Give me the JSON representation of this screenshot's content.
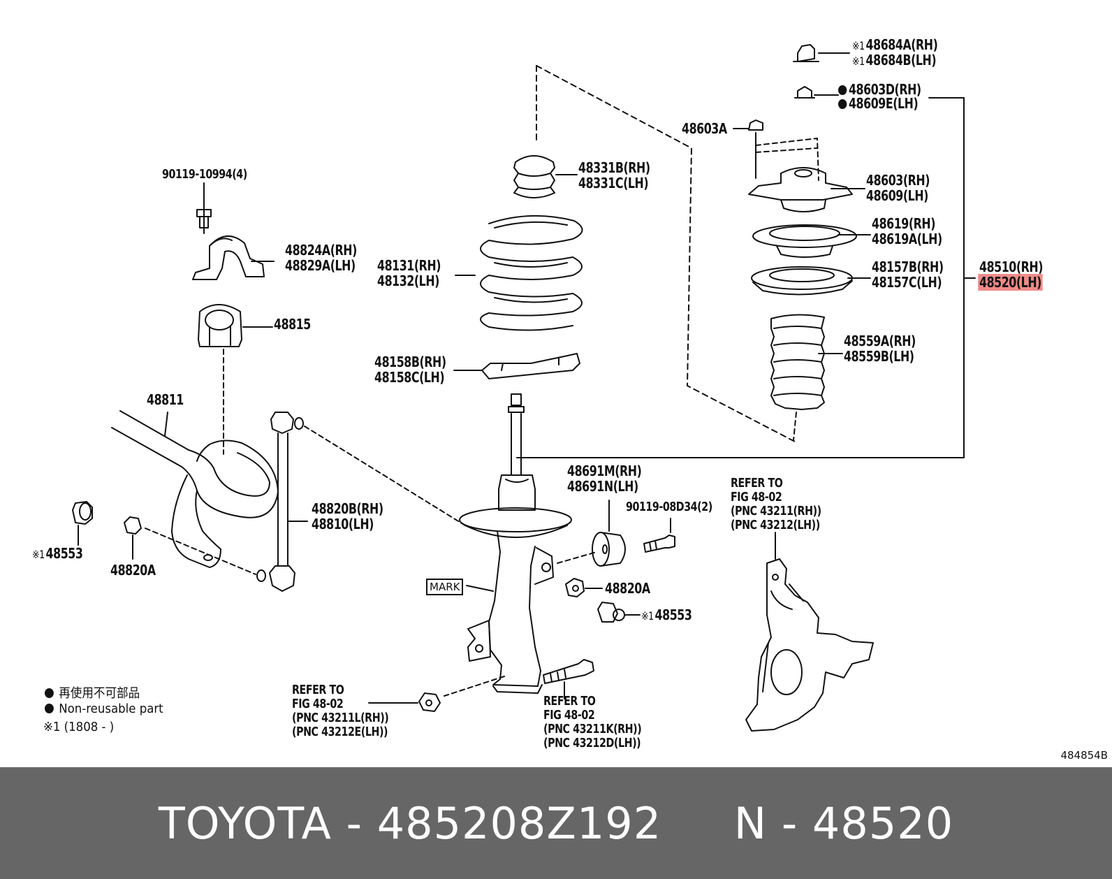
{
  "labels": {
    "p48684a": "48684A(RH)",
    "p48684b": "48684B(LH)",
    "p48603d": "48603D(RH)",
    "p48609e": "48609E(LH)",
    "p48603a": "48603A",
    "p48331b": "48331B(RH)",
    "p48331c": "48331C(LH)",
    "p48603": "48603(RH)",
    "p48609": "48609(LH)",
    "p90119_10994": "90119-10994(4)",
    "p48619": "48619(RH)",
    "p48619a": "48619A(LH)",
    "p48824a": "48824A(RH)",
    "p48829a": "48829A(LH)",
    "p48131": "48131(RH)",
    "p48132": "48132(LH)",
    "p48157b": "48157B(RH)",
    "p48157c": "48157C(LH)",
    "p48510": "48510(RH)",
    "p48520": "48520(LH)",
    "p48815": "48815",
    "p48559a": "48559A(RH)",
    "p48559b": "48559B(LH)",
    "p48158b": "48158B(RH)",
    "p48158c": "48158C(LH)",
    "p48811": "48811",
    "p48691m": "48691M(RH)",
    "p48691n": "48691N(LH)",
    "p90119_08d34": "90119-08D34(2)",
    "p48820b": "48820B(RH)",
    "p48810": "48810(LH)",
    "p48553_left": "48553",
    "p48820a_left": "48820A",
    "p48820a_right": "48820A",
    "p48553_right": "48553",
    "refer_knuckle": [
      "REFER TO",
      "FIG 48-02",
      "(PNC 43211(RH))",
      "(PNC 43212(LH))"
    ],
    "refer_nut": [
      "REFER TO",
      "FIG 48-02",
      "(PNC 43211L(RH))",
      "(PNC 43212E(LH))"
    ],
    "refer_bolt": [
      "REFER TO",
      "FIG 48-02",
      "(PNC 43211K(RH))",
      "(PNC 43212D(LH))"
    ],
    "mark": "MARK",
    "footnote_prefix": "※1"
  },
  "legend": {
    "line1": "再使用不可部品",
    "line2": "Non-reusable part",
    "line3": "※1 (1808  -        )"
  },
  "diagram_code": "484854B",
  "footer": {
    "brand": "TOYOTA",
    "separator": " - ",
    "part_number": "485208Z192",
    "spacer": "     ",
    "n_label": "N",
    "n_value": "48520"
  },
  "colors": {
    "line": "#111111",
    "highlight": "#f08a8a",
    "footer_bg": "#666666",
    "footer_text": "#ffffff"
  }
}
